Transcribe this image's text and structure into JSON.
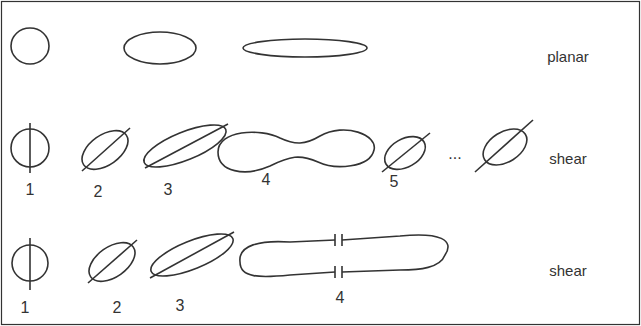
{
  "diagram": {
    "labels": [
      "planar",
      "shear",
      "1",
      "2",
      "3",
      "4",
      "5",
      "...",
      "shear",
      "1",
      "2",
      "3",
      "4"
    ]
  }
}
